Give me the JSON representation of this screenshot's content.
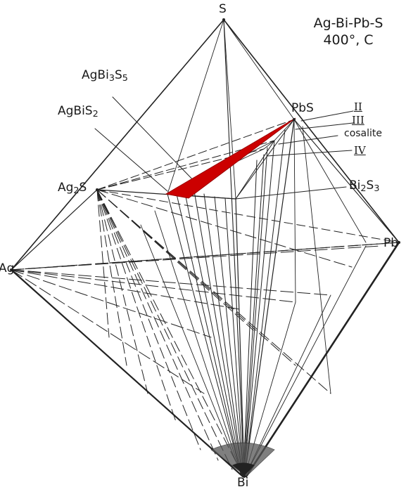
{
  "title": {
    "line1": "Ag-Bi-Pb-S",
    "line2": "400°, C"
  },
  "vertices": {
    "S": "S",
    "Ag": "Ag",
    "Pb": "Pb",
    "Bi": "Bi"
  },
  "phases": {
    "ag2s": {
      "base": "Ag",
      "sub": "2",
      "tail": "S"
    },
    "agbis2": {
      "base": "AgBiS",
      "sub": "2"
    },
    "agbi3s5": {
      "base": "AgBi",
      "sub1": "3",
      "mid": "S",
      "sub2": "5"
    },
    "pbs": "PbS",
    "bi2s3": {
      "base": "Bi",
      "sub1": "2",
      "mid": "S",
      "sub2": "3"
    },
    "cosalite": "cosalite",
    "roman_ii": "II",
    "roman_iii": "III",
    "roman_iv": "IV"
  },
  "colors": {
    "highlight": "#cc0000",
    "line": "#222222"
  }
}
